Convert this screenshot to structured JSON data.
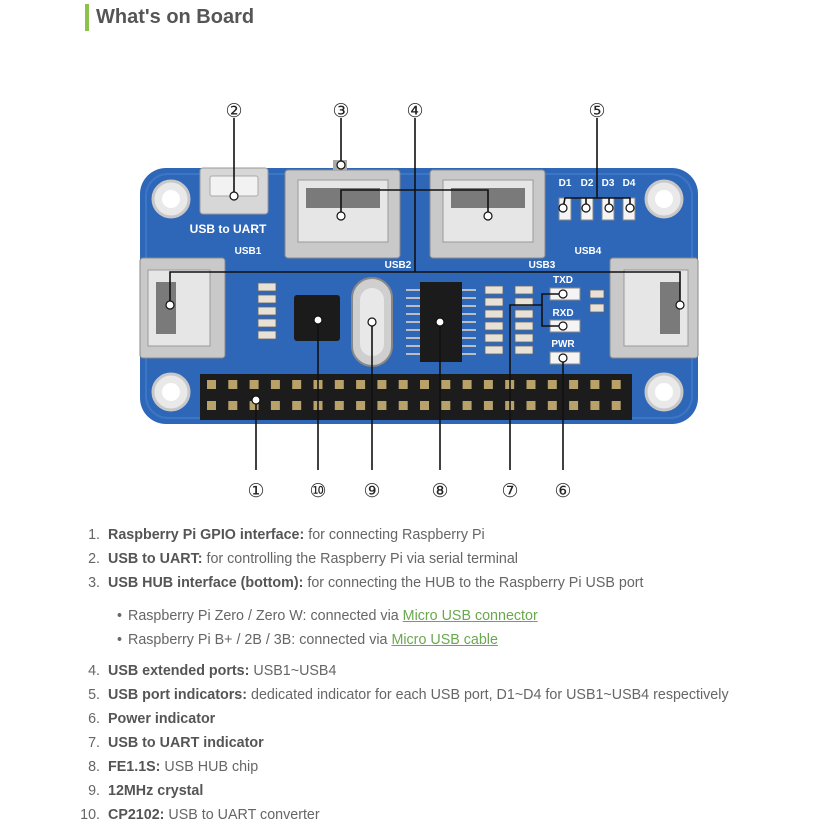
{
  "heading": "What's on Board",
  "colors": {
    "accent": "#8bc34a",
    "board": "#2f67b8",
    "link": "#6aa84f"
  },
  "board": {
    "silk": {
      "usb_to_uart": "USB to UART",
      "usb1": "USB1",
      "usb2": "USB2",
      "usb3": "USB3",
      "usb4": "USB4",
      "d1": "D1",
      "d2": "D2",
      "d3": "D3",
      "d4": "D4",
      "txd": "TXD",
      "rxd": "RXD",
      "pwr": "PWR"
    },
    "callouts": [
      "①",
      "②",
      "③",
      "④",
      "⑤",
      "⑥",
      "⑦",
      "⑧",
      "⑨",
      "⑩"
    ]
  },
  "features": [
    {
      "num": "1.",
      "bold": "Raspberry Pi GPIO interface:",
      "rest": " for connecting Raspberry Pi"
    },
    {
      "num": "2.",
      "bold": "USB to UART:",
      "rest": " for controlling the Raspberry Pi via serial terminal"
    },
    {
      "num": "3.",
      "bold": "USB HUB interface (bottom):",
      "rest": " for connecting the HUB to the Raspberry Pi USB port"
    },
    {
      "num": "4.",
      "bold": "USB extended ports:",
      "rest": " USB1~USB4"
    },
    {
      "num": "5.",
      "bold": "USB port indicators:",
      "rest": " dedicated indicator for each USB port, D1~D4 for USB1~USB4 respectively"
    },
    {
      "num": "6.",
      "bold": "Power indicator",
      "rest": ""
    },
    {
      "num": "7.",
      "bold": "USB to UART indicator",
      "rest": ""
    },
    {
      "num": "8.",
      "bold": "FE1.1S:",
      "rest": " USB HUB chip"
    },
    {
      "num": "9.",
      "bold": "12MHz crystal",
      "rest": ""
    },
    {
      "num": "10.",
      "bold": "CP2102:",
      "rest": " USB to UART converter"
    }
  ],
  "sub_items": [
    {
      "bullet": "•",
      "text": "Raspberry Pi Zero / Zero W: connected via ",
      "link": "Micro USB connector"
    },
    {
      "bullet": "•",
      "text": "Raspberry Pi B+ / 2B / 3B: connected via ",
      "link": "Micro USB cable"
    }
  ]
}
